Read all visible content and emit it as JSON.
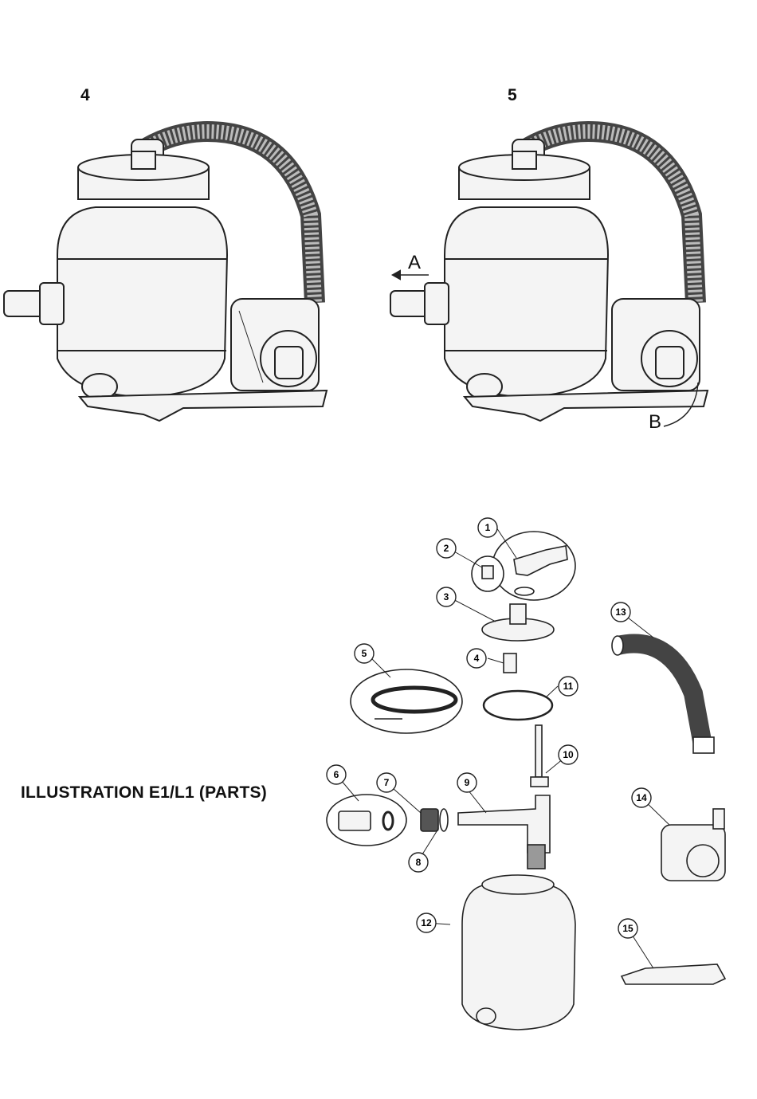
{
  "steps": {
    "step4": "4",
    "step5": "5"
  },
  "labels": {
    "a": "A",
    "b": "B"
  },
  "parts_title": "ILLUSTRATION E1/L1 (PARTS)",
  "parts": [
    {
      "num": "1"
    },
    {
      "num": "2"
    },
    {
      "num": "3"
    },
    {
      "num": "4"
    },
    {
      "num": "5"
    },
    {
      "num": "6"
    },
    {
      "num": "7"
    },
    {
      "num": "8"
    },
    {
      "num": "9"
    },
    {
      "num": "10"
    },
    {
      "num": "11"
    },
    {
      "num": "12"
    },
    {
      "num": "13"
    },
    {
      "num": "14"
    },
    {
      "num": "15"
    }
  ],
  "colors": {
    "line": "#222222",
    "fill": "#f4f4f4",
    "hose": "#555555"
  }
}
